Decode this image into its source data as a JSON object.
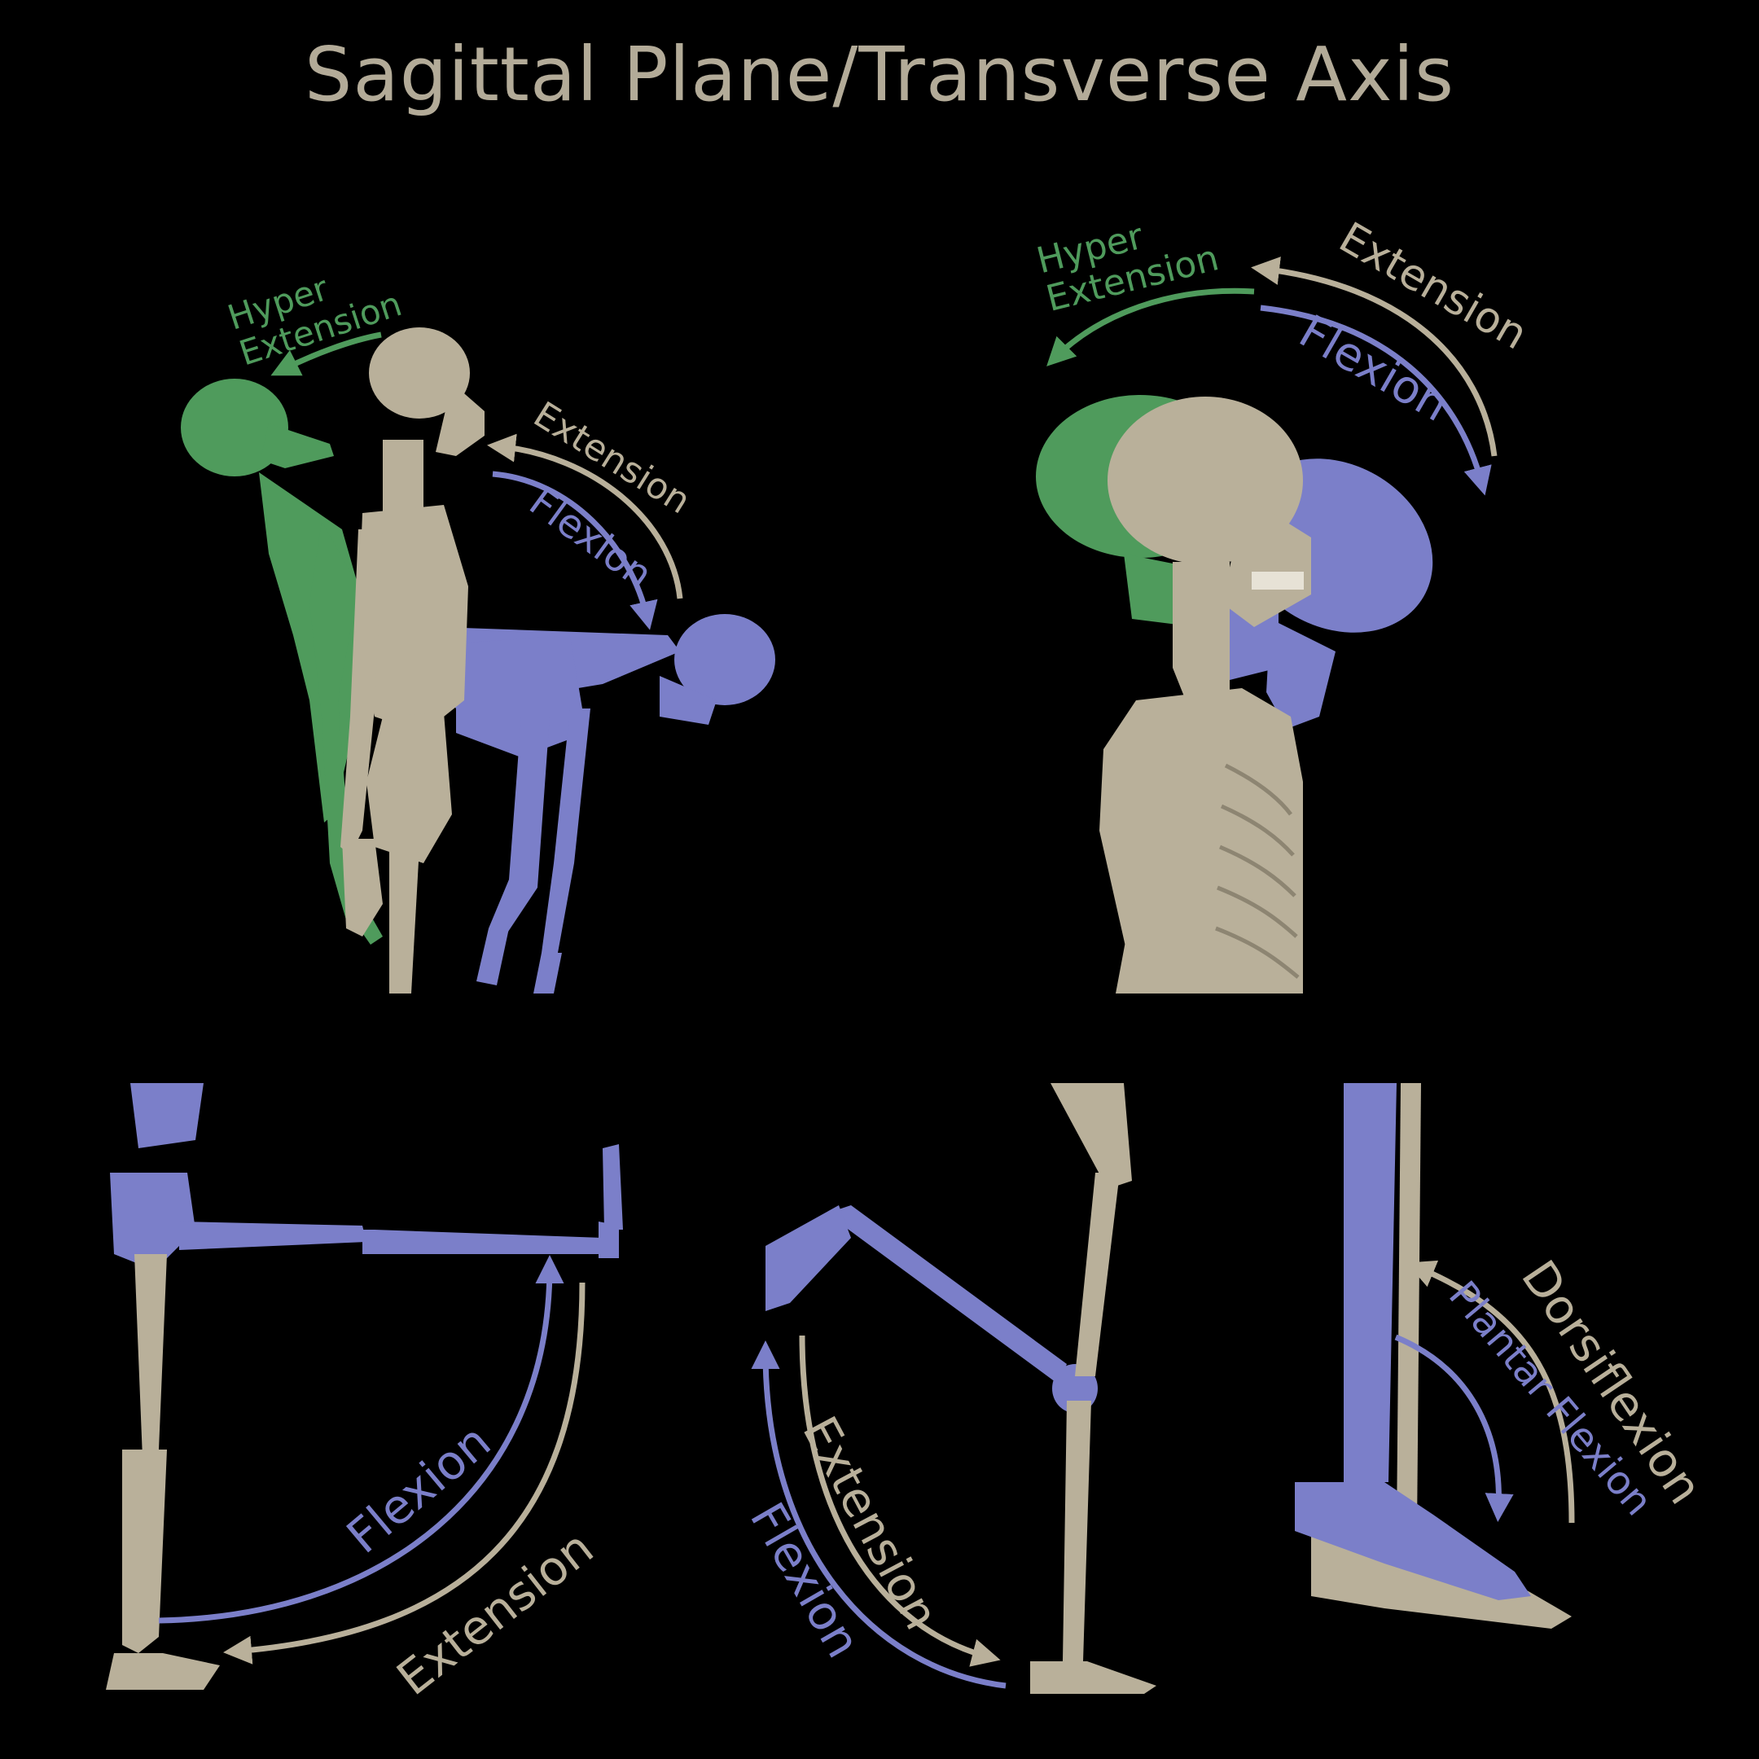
{
  "title": "Sagittal Plane/Transverse Axis",
  "colors": {
    "background": "#000000",
    "neutral": "#b9b09a",
    "flexion": "#7b7fc9",
    "hyperextension": "#4f9b5c",
    "title": "#b3ab98"
  },
  "panels": [
    {
      "id": "trunk",
      "labels": {
        "hyper": "Hyper\nExtension",
        "extension": "Extension",
        "flexion": "Flexion"
      }
    },
    {
      "id": "neck",
      "labels": {
        "hyper": "Hyper\nExtension",
        "extension": "Extension",
        "flexion": "Flexion"
      }
    },
    {
      "id": "hip",
      "labels": {
        "flexion": "Flexion",
        "extension": "Extension"
      }
    },
    {
      "id": "knee",
      "labels": {
        "extension": "Extension",
        "flexion": "Flexion"
      }
    },
    {
      "id": "ankle",
      "labels": {
        "dorsiflexion": "Dorsiflexion",
        "plantar": "Plantar Flexion"
      }
    }
  ]
}
